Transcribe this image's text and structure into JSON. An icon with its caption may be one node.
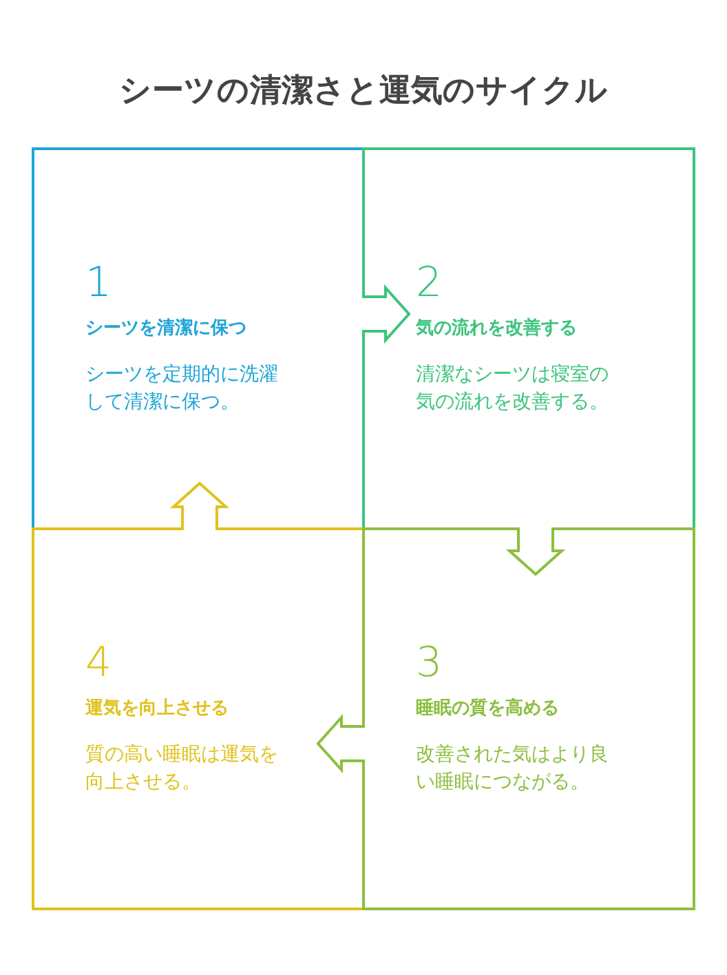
{
  "diagram": {
    "title": "シーツの清潔さと運気のサイクル",
    "nodes": [
      {
        "text": [
          "1",
          "シーツを清潔に保つ",
          "シーツを定期的に洗濯して清潔に保つ。"
        ]
      },
      {
        "text": [
          "2",
          "気の流れを改善する",
          "清潔なシーツは寝室の気の流れを改善する。"
        ]
      },
      {
        "text": [
          "3",
          "睡眠の質を高める",
          "改善された気はより良い睡眠につながる。"
        ]
      },
      {
        "text": [
          "4",
          "運気を向上させる",
          "質の高い睡眠は運気を向上させる。"
        ]
      }
    ],
    "edges": [
      {
        "from": 0,
        "to": 1,
        "arrow": "to",
        "color": "#3cc47c"
      },
      {
        "from": 1,
        "to": 2,
        "arrow": "to",
        "color": "#8cbf3f"
      },
      {
        "from": 2,
        "to": 3,
        "arrow": "to",
        "color": "#8cbf3f"
      },
      {
        "from": 3,
        "to": 0,
        "arrow": "to",
        "color": "#e0c21c"
      }
    ]
  }
}
